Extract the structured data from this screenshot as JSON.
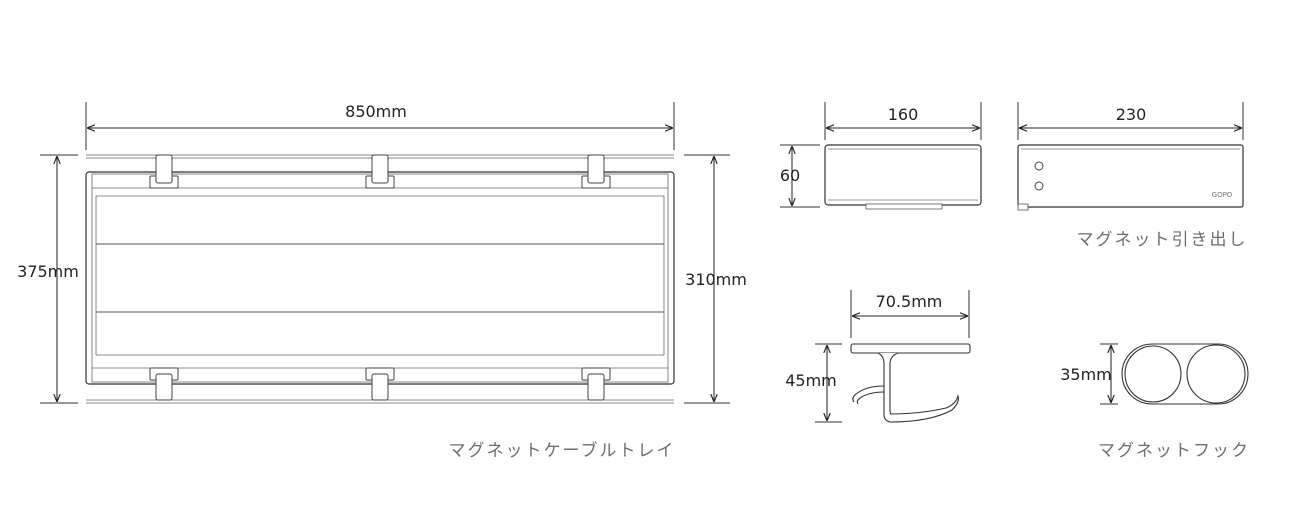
{
  "tray": {
    "width_label": "850mm",
    "height_outer_label": "375mm",
    "height_inner_label": "310mm",
    "caption": "マグネットケーブルトレイ"
  },
  "drawer": {
    "front_width_label": "160",
    "front_height_label": "60",
    "side_width_label": "230",
    "brand_logo": "GOPO",
    "caption": "マグネット引き出し"
  },
  "hook": {
    "width_label": "70.5mm",
    "height_label": "45mm",
    "diameter_label": "35mm",
    "caption": "マグネットフック"
  },
  "colors": {
    "line": "#333333",
    "thin_line": "#8a8a8a",
    "caption_text": "#6e6e6e"
  }
}
